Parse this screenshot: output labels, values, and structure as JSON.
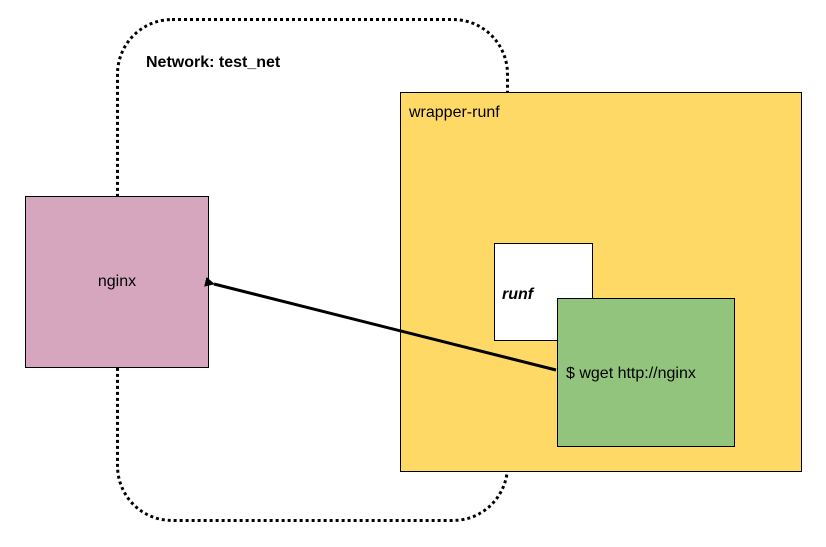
{
  "network": {
    "label": "Network: test_net"
  },
  "nodes": {
    "nginx": {
      "label": "nginx",
      "color": "#d5a6bd"
    },
    "wrapper": {
      "label": "wrapper-runf",
      "color": "#ffd966"
    },
    "runf": {
      "label": "runf",
      "color": "#ffffff"
    },
    "process": {
      "label": "$ wget http://nginx",
      "color": "#93c47d"
    }
  },
  "edges": [
    {
      "from": "process",
      "to": "nginx"
    }
  ]
}
